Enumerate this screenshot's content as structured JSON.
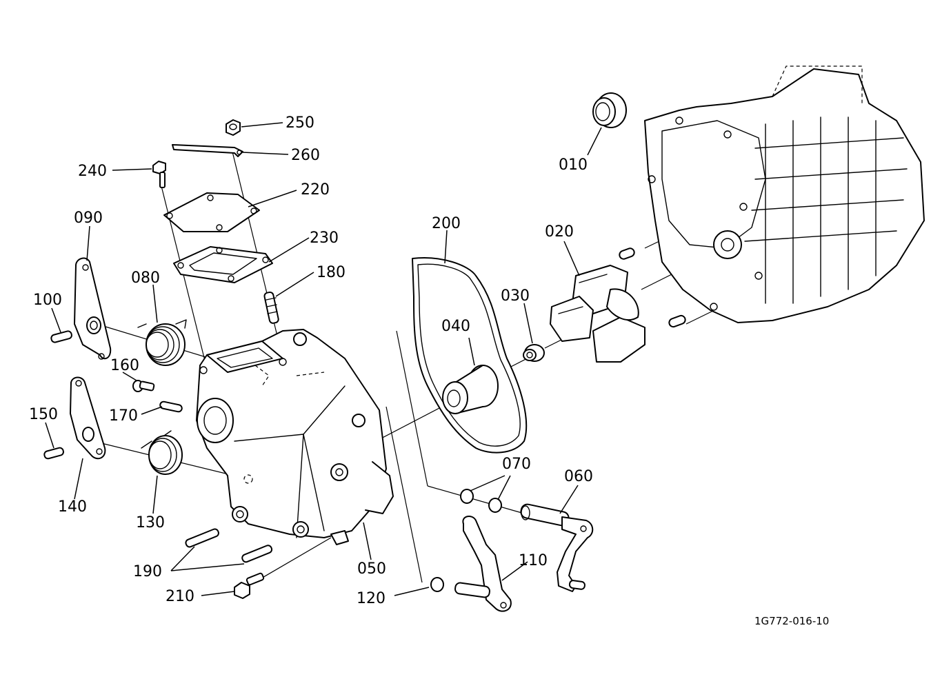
{
  "figure": {
    "reference_code": "1G772-016-10",
    "callouts": {
      "c010": "010",
      "c020": "020",
      "c030": "030",
      "c040": "040",
      "c050": "050",
      "c060": "060",
      "c070": "070",
      "c080": "080",
      "c090": "090",
      "c100": "100",
      "c110": "110",
      "c120": "120",
      "c130": "130",
      "c140": "140",
      "c150": "150",
      "c160": "160",
      "c170": "170",
      "c180": "180",
      "c190": "190",
      "c200": "200",
      "c210": "210",
      "c220": "220",
      "c230": "230",
      "c240": "240",
      "c250": "250",
      "c260": "260"
    }
  }
}
